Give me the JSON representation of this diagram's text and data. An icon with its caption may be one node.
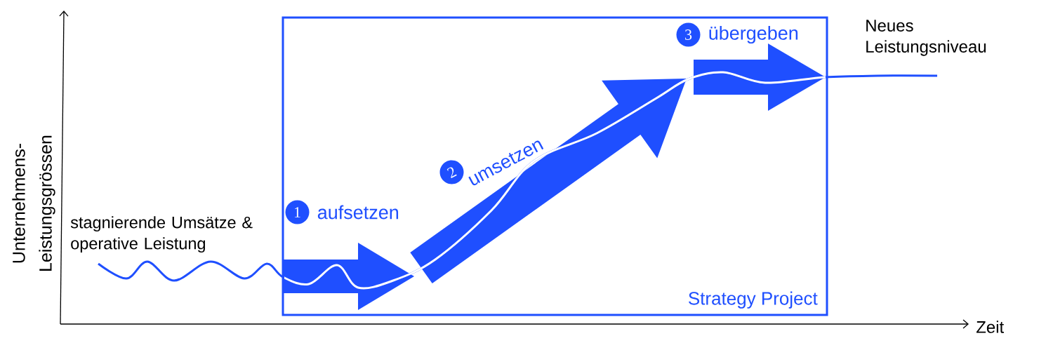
{
  "diagram": {
    "nodes": [
      {
        "text": [
          "Strategy Project"
        ]
      },
      {
        "text": [
          "1"
        ],
        "in": 0,
        "beside": [
          "aufsetzen"
        ]
      },
      {
        "text": [
          "2"
        ],
        "in": 0,
        "beside": [
          "umsetzen"
        ]
      },
      {
        "text": [
          "3"
        ],
        "in": 0,
        "beside": [
          "übergeben"
        ]
      }
    ],
    "labels": [
      "Unternehmens- Leistungsgrössen",
      "stagnierende Umsätze & operative Leistung",
      "Neues Leistungsniveau",
      "Zeit"
    ]
  }
}
